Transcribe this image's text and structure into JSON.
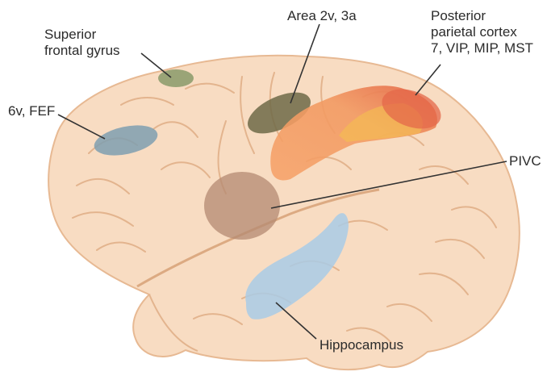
{
  "labels": {
    "superior_frontal_gyrus_line1": "Superior",
    "superior_frontal_gyrus_line2": "frontal gyrus",
    "area_2v_3a": "Area 2v, 3a",
    "posterior_parietal_line1": "Posterior",
    "posterior_parietal_line2": "parietal cortex",
    "posterior_parietal_line3": "7, VIP, MIP, MST",
    "six_v_fef": "6v, FEF",
    "pivc": "PIVC",
    "hippocampus": "Hippocampus"
  },
  "colors": {
    "brain_fill": "#f8dcc2",
    "brain_outline": "#e7b993",
    "sulcus": "#e3b48e",
    "superior_frontal_gyrus": "#8a9a6a",
    "fef": "#7f9fb0",
    "area_2v_3a": "#6e6a48",
    "posterior_parietal_orange": "#f6a066",
    "posterior_parietal_red": "#e4684a",
    "posterior_parietal_yellow": "#f4bb52",
    "pivc": "#b48a72",
    "hippocampus": "#a9cbe6",
    "leader_line": "#333333"
  }
}
